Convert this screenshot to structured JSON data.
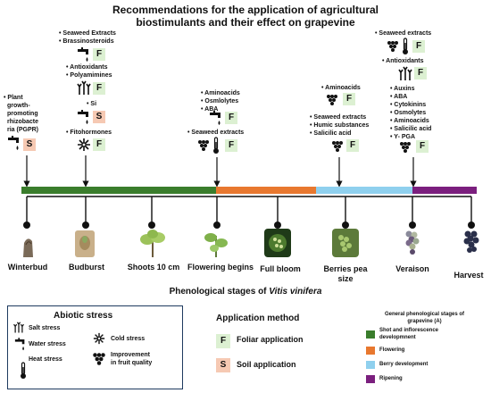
{
  "title_line1": "Recommendations for the application of agricultural",
  "title_line2": "biostimulants and their effect on grapevine",
  "groups": {
    "winterbud": {
      "items": [
        "Plant",
        "growth-",
        "promoting",
        "rhizobacte",
        "ria (PGPR)"
      ],
      "badge": "S"
    },
    "budburst_1": {
      "items": [
        "Seaweed Extracts",
        "Brassinosteroids"
      ],
      "badge": "F"
    },
    "budburst_2": {
      "items": [
        "Antioxidants",
        "Polyamimines"
      ],
      "badge": "F"
    },
    "budburst_3": {
      "items": [
        "Si"
      ],
      "badge": "S"
    },
    "budburst_4": {
      "items": [
        "Fitohormones"
      ],
      "badge": "F"
    },
    "flowering_1": {
      "items": [
        "Aminoacids",
        "Osmlolytes",
        "ABA"
      ],
      "badge": "F"
    },
    "flowering_2": {
      "items": [
        "Seaweed extracts"
      ],
      "badge": "F"
    },
    "berries_1": {
      "items": [
        "Aminoacids"
      ],
      "badge": "F"
    },
    "berries_2": {
      "items": [
        "Seaweed extracts",
        "Humic substances",
        "Salicilic acid"
      ],
      "badge": "F"
    },
    "veraison_1": {
      "items": [
        "Seaweed extracts"
      ],
      "badge": "F"
    },
    "veraison_2": {
      "items": [
        "Antioxidants"
      ],
      "badge": "F"
    },
    "veraison_3": {
      "items": [
        "Auxins",
        "ABA",
        "Cytokinins",
        "Osmolytes",
        "Aminoacids",
        "Salicilic acid",
        "Y- PGA"
      ],
      "badge": "F"
    }
  },
  "stages": [
    {
      "line1": "Winterbud",
      "line2": ""
    },
    {
      "line1": "Budburst",
      "line2": ""
    },
    {
      "line1": "Shoots 10 cm",
      "line2": ""
    },
    {
      "line1": "Flowering begins",
      "line2": ""
    },
    {
      "line1": "Full bloom",
      "line2": ""
    },
    {
      "line1": "Berries pea",
      "line2": "size"
    },
    {
      "line1": "Veraison",
      "line2": ""
    },
    {
      "line1": "Harvest",
      "line2": ""
    }
  ],
  "phenology_caption_prefix": "Phenological stages of ",
  "phenology_caption_species": "Vitis vinifera",
  "abiotic": {
    "title": "Abiotic stress",
    "salt": "Salt stress",
    "water": "Water stress",
    "heat": "Heat stress",
    "cold": "Cold stress",
    "fruit_line1": "Improvement",
    "fruit_line2": "in fruit quality"
  },
  "application": {
    "title": "Application method",
    "foliar_badge": "F",
    "foliar": "Foliar application",
    "soil_badge": "S",
    "soil": "Soil application"
  },
  "general_stages": {
    "title_line1": "General phenological stages of",
    "title_line2": "grapevine (A)",
    "items": [
      {
        "line1": "Shot and inflorescence",
        "line2": "developmnent",
        "color": "#3a7d2c"
      },
      {
        "line1": "Flowering",
        "line2": "",
        "color": "#e8782f"
      },
      {
        "line1": "Berry development",
        "line2": "",
        "color": "#8fd0ee"
      },
      {
        "line1": "Ripening",
        "line2": "",
        "color": "#7b1f7e"
      }
    ]
  },
  "colors": {
    "green": "#3a7d2c",
    "orange": "#e8782f",
    "blue": "#8fd0ee",
    "purple": "#7b1f7e",
    "foliar_bg": "#dcf0d2",
    "soil_bg": "#f6c9b3"
  }
}
